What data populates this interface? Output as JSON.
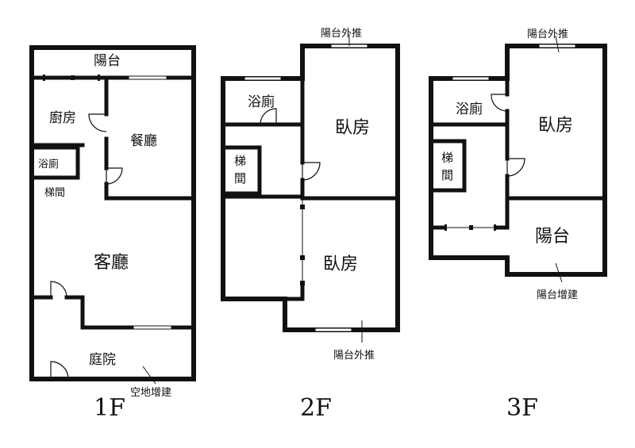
{
  "floors": {
    "f1": {
      "label": "1F",
      "rooms": {
        "balcony": "陽台",
        "kitchen": "廚房",
        "dining": "餐廳",
        "bathroom": "浴廁",
        "stairs": "梯間",
        "living": "客廳",
        "courtyard": "庭院"
      },
      "annotations": {
        "courtyard_extension": "空地增建"
      }
    },
    "f2": {
      "label": "2F",
      "rooms": {
        "bathroom": "浴廁",
        "stairs": "梯間",
        "bedroom_top": "臥房",
        "bedroom_bottom": "臥房"
      },
      "annotations": {
        "balcony_out_top": "陽台外推",
        "balcony_out_bottom": "陽台外推"
      }
    },
    "f3": {
      "label": "3F",
      "rooms": {
        "bathroom": "浴廁",
        "stairs": "梯間",
        "bedroom": "臥房",
        "balcony": "陽台"
      },
      "annotations": {
        "balcony_out_top": "陽台外推",
        "balcony_extension": "陽台增建"
      }
    }
  }
}
